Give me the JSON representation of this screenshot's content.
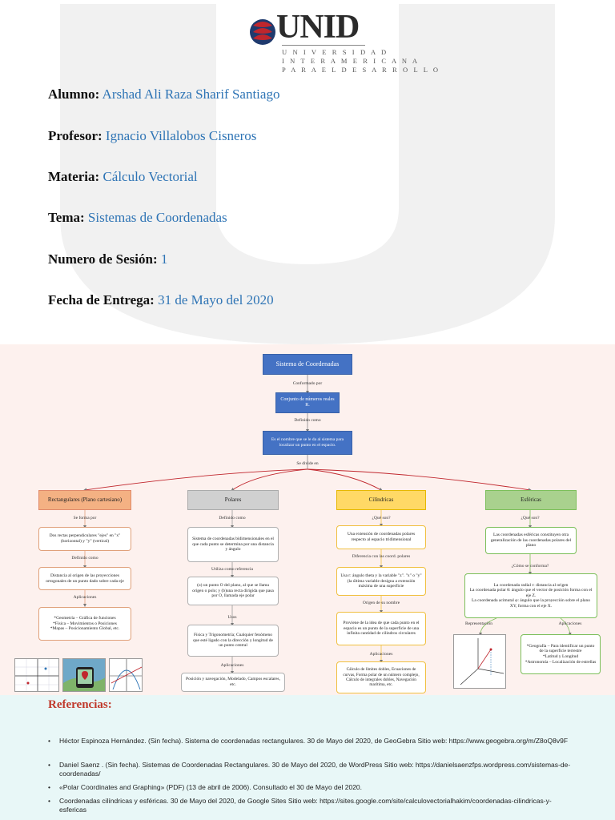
{
  "header": {
    "logo_text": "UNID",
    "logo_sub1": "U N I V E R S I D A D",
    "logo_sub2": "I N T E R A M E R I C A N A",
    "logo_sub3": "P A R A   E L   D E S A R R O L L O"
  },
  "info": [
    {
      "label": "Alumno:",
      "value": "Arshad Ali Raza Sharif Santiago"
    },
    {
      "label": "Profesor:",
      "value": "Ignacio Villalobos Cisneros"
    },
    {
      "label": "Materia:",
      "value": "Cálculo Vectorial"
    },
    {
      "label": "Tema:",
      "value": "Sistemas de Coordenadas"
    },
    {
      "label": "Numero de Sesión:",
      "value": "1"
    },
    {
      "label": "Fecha de Entrega:",
      "value": "31 de Mayo del 2020"
    }
  ],
  "map": {
    "root": "Sistema de Coordenadas",
    "l_conformado": "Conformado por",
    "conjunto": "Conjunto de números reales R.",
    "l_definido": "Definido como",
    "definicion": "Es el nombre que se le da al sistema para localizar un punto en el espacio.",
    "l_divide": "Se divide en",
    "rect": {
      "title": "Rectangulares (Plano cartesiano)",
      "l1": "Se forma por",
      "b1": "Dos rectas perpendiculares \"ejes\" en \"x\" (horizontal) y \"y\" (vertical)",
      "l2": "Definido como",
      "b2": "Distancia al origen de las proyecciones ortogonales de un punto dado sobre cada eje",
      "l3": "Aplicaciones",
      "b3": "*Geometría – Gráfica de funciones\n*Física – Movimientos o Posiciones\n*Mapas – Posicionamiento Global, etc."
    },
    "polar": {
      "title": "Polares",
      "l1": "Definido como",
      "b1": "Sistema de coordenadas bidimensionales en el que cada punto se determina por una distancia y ángulo",
      "l2": "Utiliza como referencia",
      "b2": "(o) un punto O del plano, al que se llama origen o polo; y (b)una recta dirigida que pasa por O, llamada eje polar",
      "l3": "Usos",
      "b3": "Física y Trigonometría; Cualquier fenómeno que esté ligado con la dirección y longitud de un punto central",
      "l4": "Aplicaciones",
      "b4": "Posición y navegación, Modelado, Campos escalares, etc."
    },
    "cil": {
      "title": "Cilíndricas",
      "l1": "¿Qué son?",
      "b1": "Una extensión de coordenadas polares respecto al espacio tridimensional",
      "l2": "Diferencia con las coord. polares",
      "b2": "Usa r: ángulo theta y la variable \"z\". \"x\" o \"y\" (la última variable designa a extensión máxima de una superficie",
      "l3": "Origen de su nombre",
      "b3": "Proviene de la idea de que cada punto en el espacio es un punto de la superficie de una infinita cantidad de cilindros circulares",
      "l4": "Aplicaciones",
      "b4": "Cálculo de límites dobles, Ecuaciones de curvas, Forma polar de un número complejo, Cálculo de integrales dobles, Navegación marítima, etc."
    },
    "esf": {
      "title": "Esféricas",
      "l1": "¿Qué son?",
      "b1": "Las coordenadas esféricas constituyen otra generalización de las coordenadas polares del plano",
      "l2": "¿Cómo se conforma?",
      "b2": "La coordenada radial r: distancia al origen\nLa coordenada polar θ: ángulo que el vector de posición forma con el eje Z.\nLa coordenada acimutal φ: ángulo que la proyección sobre el plano XY, forma con el eje X.",
      "l3": "Representación",
      "l4": "Aplicaciones",
      "b4": "*Geografía – Para identificar un punto de la superficie terrestre\n*Latitud y Longitud\n*Astronomía – Localización de estrellas"
    }
  },
  "refs": {
    "title": "Referencias:",
    "items": [
      "Héctor Espinoza Hernández. (Sin fecha). Sistema de coordenadas rectangulares. 30 de Mayo del 2020, de GeoGebra Sitio web: https://www.geogebra.org/m/Z8oQ8v9F",
      "Daniel Saenz . (Sin fecha). Sistemas de Coordenadas Rectangulares. 30 de Mayo del 2020, de WordPress Sitio web: https://danielsaenzfps.wordpress.com/sistemas-de-coordenadas/",
      "«Polar Coordinates and Graphing» (PDF) (13 de abril de 2006). Consultado el 30 de Mayo del 2020.",
      "Coordenadas cilíndricas y esféricas. 30 de Mayo del 2020, de Google Sites Sitio web: https://sites.google.com/site/calculovectorialhakim/coordenadas-cilindricas-y-esfericas"
    ]
  },
  "colors": {
    "label": "#111111",
    "value": "#2e74b5",
    "root_box": "#4472c4",
    "rect_box": "#f4b183",
    "polar_box": "#d0d0d0",
    "cil_box": "#ffd966",
    "esf_box": "#a9d18e",
    "refs_title": "#c0392b",
    "refs_bg": "#e8f7f7",
    "map_bg": "#fdf1ee"
  }
}
